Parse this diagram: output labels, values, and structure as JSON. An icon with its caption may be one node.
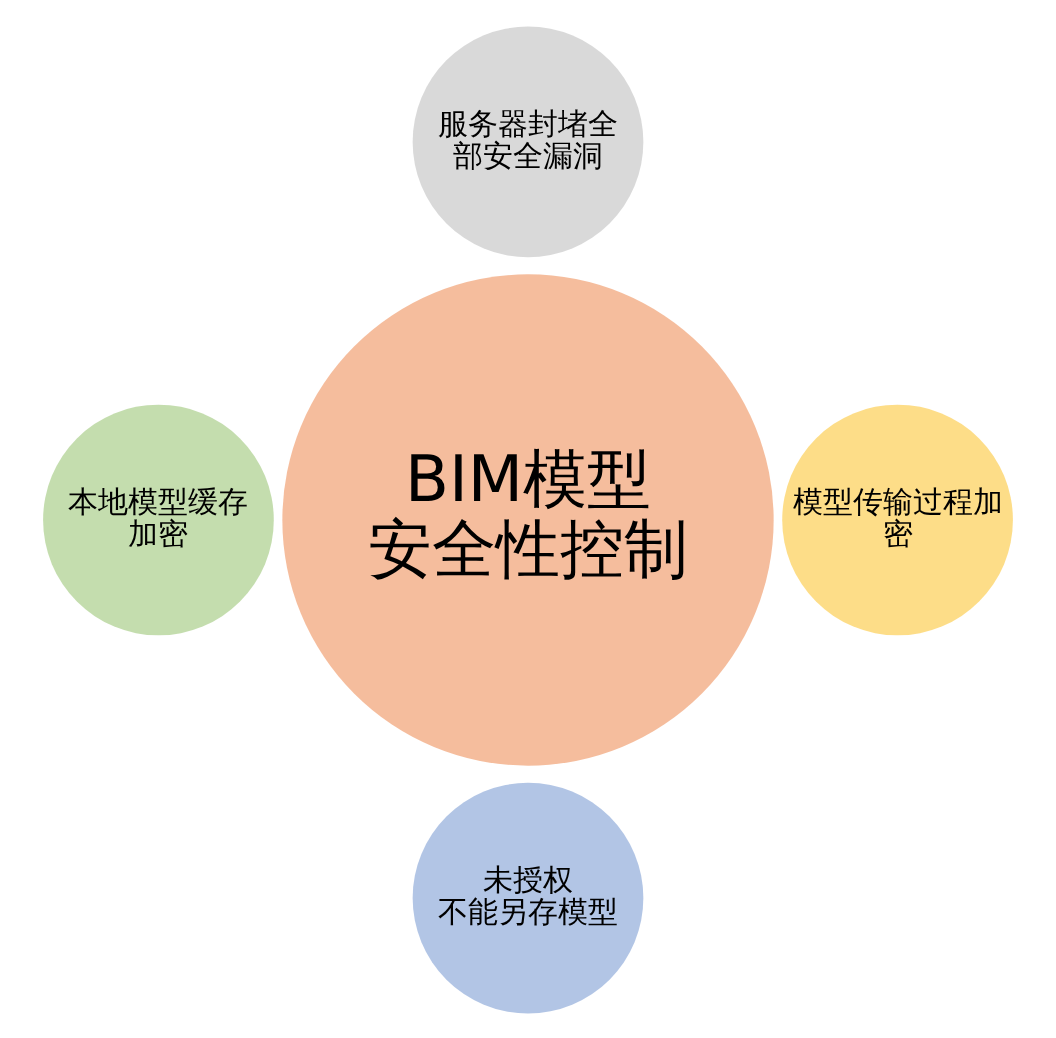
{
  "diagram": {
    "nodes": [
      {
        "text": [
          "服务器封堵全部安全漏洞"
        ]
      },
      {
        "text": [
          "本地模型缓存加密"
        ]
      },
      {
        "text": [
          "BIM模型",
          "安全性控制"
        ]
      },
      {
        "text": [
          "模型传输过程加密"
        ]
      },
      {
        "text": [
          "未授权",
          "不能另存模型"
        ]
      }
    ]
  }
}
